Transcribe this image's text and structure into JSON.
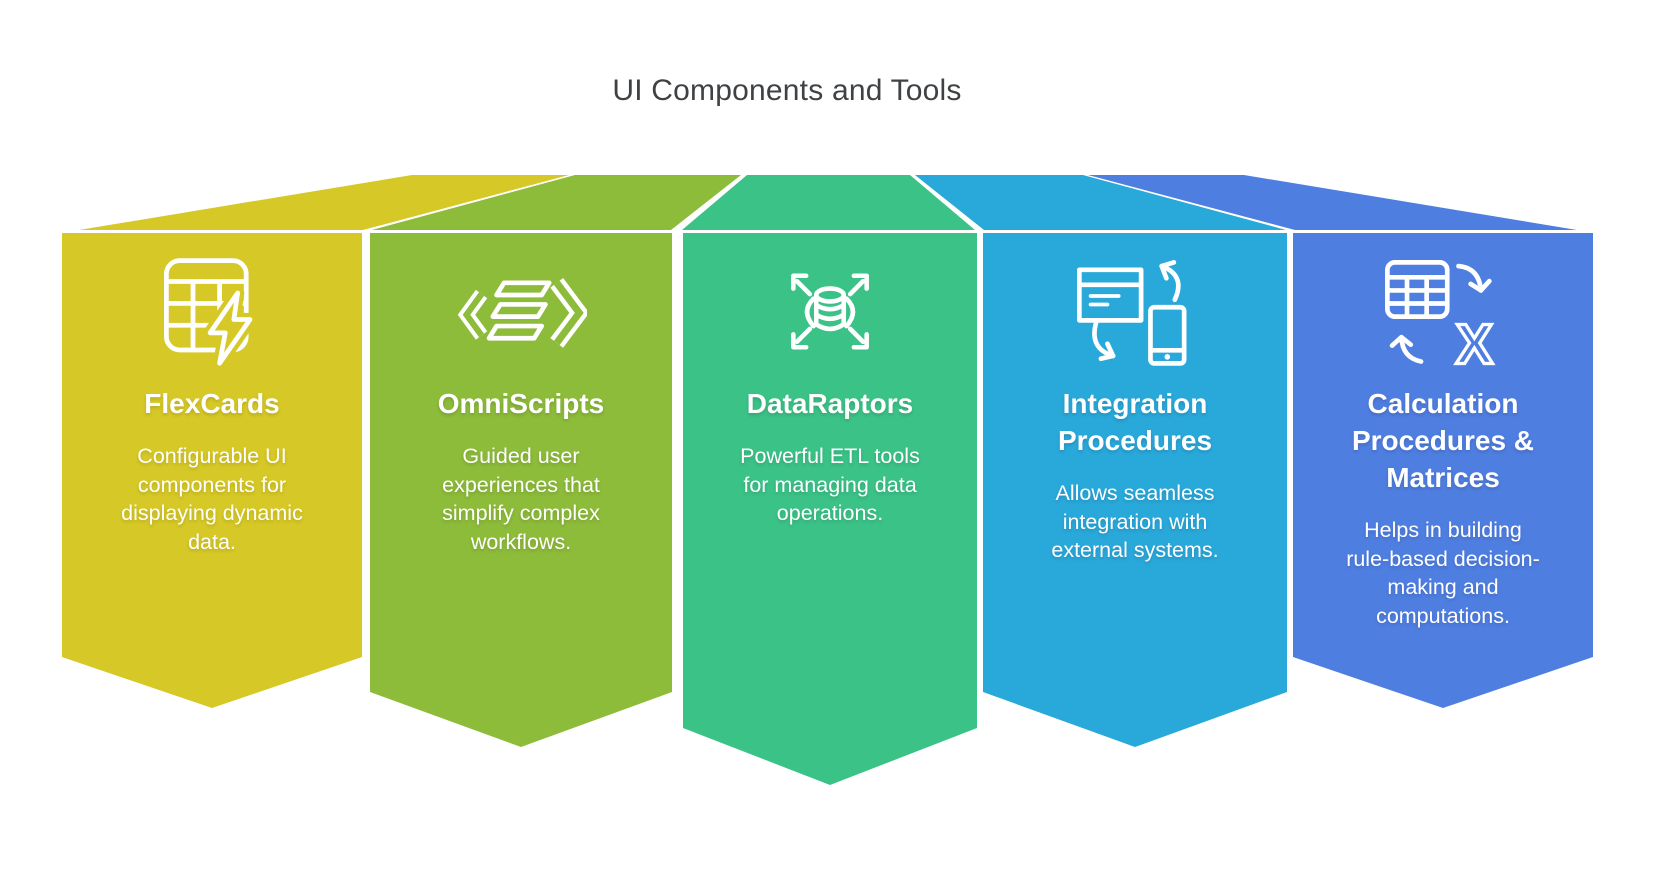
{
  "title": "UI Components and Tools",
  "accent_colors": [
    "#d6c826",
    "#8dbb3a",
    "#3bc287",
    "#29a8da",
    "#4f7ee1"
  ],
  "cards": [
    {
      "heading": "FlexCards",
      "body": [
        "Configurable UI",
        "components for",
        "displaying dynamic",
        "data."
      ],
      "color": "#d6c826",
      "icon": "table-lightning-icon"
    },
    {
      "heading": "OmniScripts",
      "body": [
        "Guided user",
        "experiences that",
        "simplify complex",
        "workflows."
      ],
      "color": "#8dbb3a",
      "icon": "chevron-flow-icon"
    },
    {
      "heading": "DataRaptors",
      "body": [
        "Powerful ETL tools",
        "for managing data",
        "operations."
      ],
      "color": "#3bc287",
      "icon": "database-arrows-icon"
    },
    {
      "heading": [
        "Integration",
        "Procedures"
      ],
      "body": [
        "Allows seamless",
        "integration with",
        "external systems."
      ],
      "color": "#29a8da",
      "icon": "card-phone-sync-icon"
    },
    {
      "heading": [
        "Calculation",
        "Procedures &",
        "Matrices"
      ],
      "body": [
        "Helps in building",
        "rule-based decision-",
        "making and",
        "computations."
      ],
      "color": "#4f7ee1",
      "icon": "spreadsheet-x-icon"
    }
  ]
}
